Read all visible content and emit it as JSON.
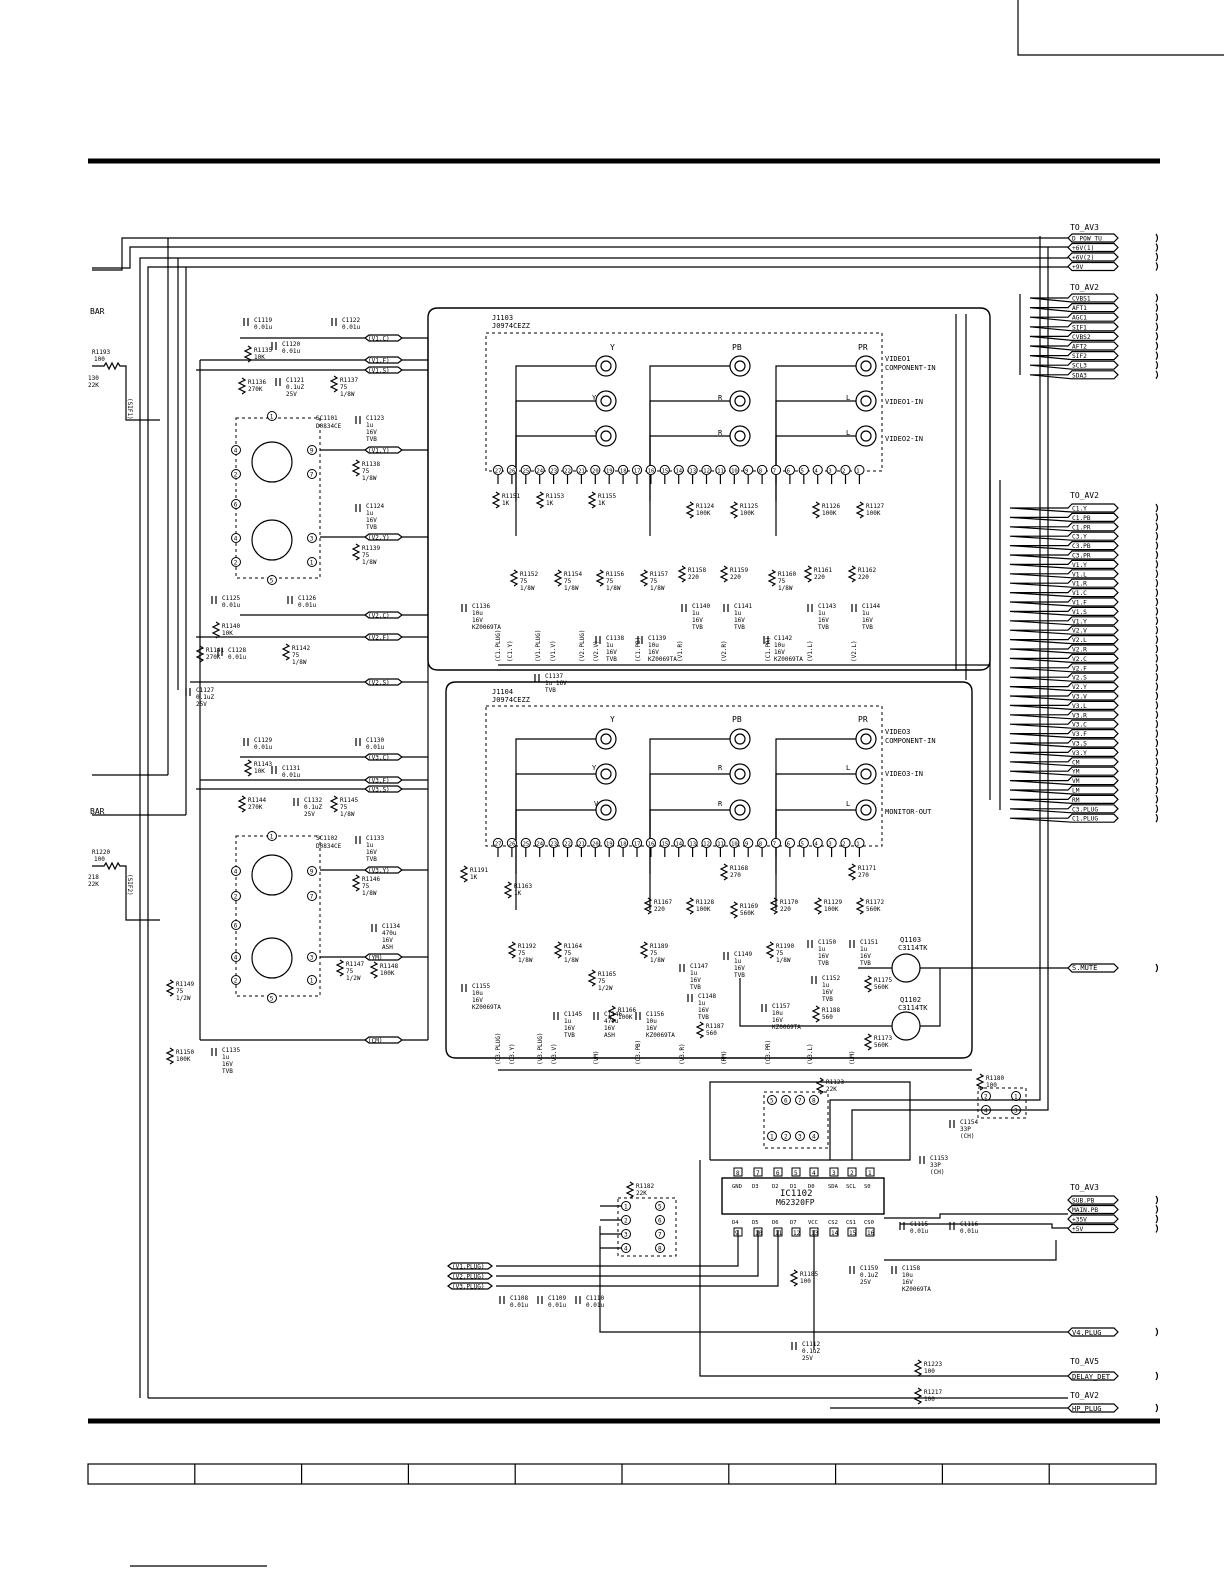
{
  "title": "",
  "headers": {
    "to_av3_top": "TO_AV3",
    "to_av2_mid": "TO_AV2",
    "to_av2_list": "TO_AV2",
    "to_av3_bottom": "TO_AV3",
    "to_av5": "TO_AV5",
    "to_av2_bottom": "TO_AV2"
  },
  "connectors": {
    "av3_top": [
      "D_POW_TU",
      "+6V(1)",
      "+6V(2)",
      "+9V"
    ],
    "av2_mid": [
      "CVBS1",
      "AFT1",
      "AGC1",
      "SIF1",
      "CVBS2",
      "AFT2",
      "SIF2",
      "SCL3",
      "SDA3"
    ],
    "av2_list": [
      "C1.Y",
      "C1.PB",
      "C1.PR",
      "C3.Y",
      "C3.PB",
      "C3.PR",
      "V1.Y",
      "V1.L",
      "V1.R",
      "V1.C",
      "V1.F",
      "V1.S",
      "V1.Y",
      "V2.V",
      "V2.L",
      "V2.R",
      "V2.C",
      "V2.F",
      "V2.S",
      "V2.Y",
      "V3.V",
      "V3.L",
      "V3.R",
      "V3.C",
      "V3.F",
      "V3.S",
      "V3.Y",
      "CM",
      "YM",
      "VM",
      "LM",
      "RM",
      "C3.PLUG",
      "C1.PLUG"
    ],
    "av3_bottom": [
      "SUB.PB",
      "MAIN.PB",
      "+35V",
      "+5V"
    ],
    "s_mute": "S.MUTE",
    "v4_plug": "V4.PLUG",
    "delay_det": "DELAY_DET",
    "hp_plug": "HP_PLUG"
  },
  "left_edge": {
    "bar1": "BAR",
    "bar2": "BAR",
    "r1193": "R1193",
    "r1193_val": "100",
    "r1130": "130",
    "r1130_val": "22K",
    "sif1": "(SIF1)",
    "r1220": "R1220",
    "r1220_val": "100",
    "r218": "218",
    "r218_val": "22K",
    "sif2": "(SIF2)"
  },
  "jacks": {
    "j1103": "J1103",
    "j1103_part": "J0974CEZZ",
    "j1104": "J1104",
    "j1104_part": "J0974CEZZ",
    "y": "Y",
    "pb": "PB",
    "pr": "PR",
    "r": "R",
    "l": "L",
    "v": "V",
    "video1_comp": "VIDEO1",
    "video1_comp2": "COMPONENT-IN",
    "video1_in": "VIDEO1-IN",
    "video2_in": "VIDEO2-IN",
    "video3_comp": "VIDEO3",
    "video3_comp2": "COMPONENT-IN",
    "video3_in": "VIDEO3-IN",
    "monitor_out": "MONITOR-OUT"
  },
  "sockets": {
    "sc1101": "SC1101",
    "sc1101_part": "D0834CE",
    "sc1102": "SC1102",
    "sc1102_part": "D0834CE"
  },
  "left_nets": [
    "(V1.C)",
    "(V1.F)",
    "(V1.S)",
    "(V1.Y)",
    "(V2.Y)",
    "(V2.C)",
    "(V2.F)",
    "(V2.S)",
    "(V3.C)",
    "(V3.F)",
    "(V3.S)",
    "(V3.Y)",
    "(YM)",
    "(CM)"
  ],
  "components_top": [
    {
      "ref": "C1119",
      "vals": [
        "0.01u"
      ]
    },
    {
      "ref": "C1122",
      "vals": [
        "0.01u"
      ]
    },
    {
      "ref": "R1135",
      "vals": [
        "10K"
      ]
    },
    {
      "ref": "C1120",
      "vals": [
        "0.01u"
      ]
    },
    {
      "ref": "R1136",
      "vals": [
        "270K"
      ]
    },
    {
      "ref": "C1121",
      "vals": [
        "0.1uZ",
        "25V"
      ]
    },
    {
      "ref": "R1137",
      "vals": [
        "75",
        "1/8W"
      ]
    },
    {
      "ref": "C1123",
      "vals": [
        "1u",
        "16V",
        "TVB"
      ]
    },
    {
      "ref": "R1138",
      "vals": [
        "75",
        "1/8W"
      ]
    },
    {
      "ref": "C1124",
      "vals": [
        "1u",
        "16V",
        "TVB"
      ]
    },
    {
      "ref": "R1139",
      "vals": [
        "75",
        "1/8W"
      ]
    },
    {
      "ref": "C1125",
      "vals": [
        "0.01u"
      ]
    },
    {
      "ref": "C1126",
      "vals": [
        "0.01u"
      ]
    },
    {
      "ref": "R1140",
      "vals": [
        "10K"
      ]
    },
    {
      "ref": "R1141",
      "vals": [
        "270K"
      ]
    },
    {
      "ref": "C1128",
      "vals": [
        "0.01u"
      ]
    },
    {
      "ref": "R1142",
      "vals": [
        "75",
        "1/8W"
      ]
    },
    {
      "ref": "C1127",
      "vals": [
        "0.1uZ",
        "25V"
      ]
    }
  ],
  "components_bottom_left": [
    {
      "ref": "C1129",
      "vals": [
        "0.01u"
      ]
    },
    {
      "ref": "C1130",
      "vals": [
        "0.01u"
      ]
    },
    {
      "ref": "R1143",
      "vals": [
        "10K"
      ]
    },
    {
      "ref": "C1131",
      "vals": [
        "0.01u"
      ]
    },
    {
      "ref": "R1144",
      "vals": [
        "270K"
      ]
    },
    {
      "ref": "C1132",
      "vals": [
        "0.1uZ",
        "25V"
      ]
    },
    {
      "ref": "R1145",
      "vals": [
        "75",
        "1/8W"
      ]
    },
    {
      "ref": "C1133",
      "vals": [
        "1u",
        "16V",
        "TVB"
      ]
    },
    {
      "ref": "R1146",
      "vals": [
        "75",
        "1/8W"
      ]
    },
    {
      "ref": "C1134",
      "vals": [
        "470u",
        "16V",
        "ASH"
      ]
    },
    {
      "ref": "R1147",
      "vals": [
        "75",
        "1/2W"
      ]
    },
    {
      "ref": "R1148",
      "vals": [
        "100K"
      ]
    },
    {
      "ref": "R1149",
      "vals": [
        "75",
        "1/2W"
      ]
    },
    {
      "ref": "C1135",
      "vals": [
        "1u",
        "16V",
        "TVB"
      ]
    },
    {
      "ref": "R1150",
      "vals": [
        "100K"
      ]
    }
  ],
  "components_j1103": [
    {
      "ref": "R1151",
      "vals": [
        "1K"
      ]
    },
    {
      "ref": "R1153",
      "vals": [
        "1K"
      ]
    },
    {
      "ref": "R1155",
      "vals": [
        "1K"
      ]
    },
    {
      "ref": "R1124",
      "vals": [
        "100K"
      ]
    },
    {
      "ref": "R1125",
      "vals": [
        "100K"
      ]
    },
    {
      "ref": "R1126",
      "vals": [
        "100K"
      ]
    },
    {
      "ref": "R1127",
      "vals": [
        "100K"
      ]
    },
    {
      "ref": "R1158",
      "vals": [
        "220"
      ]
    },
    {
      "ref": "R1159",
      "vals": [
        "220"
      ]
    },
    {
      "ref": "R1161",
      "vals": [
        "220"
      ]
    },
    {
      "ref": "R1162",
      "vals": [
        "220"
      ]
    },
    {
      "ref": "R1152",
      "vals": [
        "75",
        "1/8W"
      ]
    },
    {
      "ref": "R1154",
      "vals": [
        "75",
        "1/8W"
      ]
    },
    {
      "ref": "R1156",
      "vals": [
        "75",
        "1/8W"
      ]
    },
    {
      "ref": "R1157",
      "vals": [
        "75",
        "1/8W"
      ]
    },
    {
      "ref": "R1160",
      "vals": [
        "75",
        "1/8W"
      ]
    },
    {
      "ref": "C1136",
      "vals": [
        "10u",
        "16V",
        "KZ0069TA"
      ]
    },
    {
      "ref": "C1138",
      "vals": [
        "1u",
        "16V",
        "TVB"
      ]
    },
    {
      "ref": "C1139",
      "vals": [
        "10u",
        "16V",
        "KZ0069TA"
      ]
    },
    {
      "ref": "C1140",
      "vals": [
        "1u",
        "16V",
        "TVB"
      ]
    },
    {
      "ref": "C1141",
      "vals": [
        "1u",
        "16V",
        "TVB"
      ]
    },
    {
      "ref": "C1142",
      "vals": [
        "10u",
        "16V",
        "KZ0069TA"
      ]
    },
    {
      "ref": "C1143",
      "vals": [
        "1u",
        "16V",
        "TVB"
      ]
    },
    {
      "ref": "C1144",
      "vals": [
        "1u",
        "16V",
        "TVB"
      ]
    },
    {
      "ref": "C1137",
      "vals": [
        "1u 16V",
        "TVB"
      ]
    }
  ],
  "j1103_nets": [
    "(C1.Y)",
    "(C1.PLUG)",
    "(V1.PLUG)",
    "(V1.V)",
    "(V2.PLUG)",
    "(V2.V)",
    "(C1.PB)",
    "(V1.R)",
    "(V2.R)",
    "(C1.PR)",
    "(V1.L)",
    "(V2.L)"
  ],
  "components_j1104": [
    {
      "ref": "R1191",
      "vals": [
        "1K"
      ]
    },
    {
      "ref": "R1163",
      "vals": [
        "1K"
      ]
    },
    {
      "ref": "R1168",
      "vals": [
        "270"
      ]
    },
    {
      "ref": "R1171",
      "vals": [
        "270"
      ]
    },
    {
      "ref": "R1167",
      "vals": [
        "220"
      ]
    },
    {
      "ref": "R1128",
      "vals": [
        "100K"
      ]
    },
    {
      "ref": "R1169",
      "vals": [
        "560K"
      ]
    },
    {
      "ref": "R1170",
      "vals": [
        "220"
      ]
    },
    {
      "ref": "R1129",
      "vals": [
        "100K"
      ]
    },
    {
      "ref": "R1172",
      "vals": [
        "560K"
      ]
    },
    {
      "ref": "R1192",
      "vals": [
        "75",
        "1/8W"
      ]
    },
    {
      "ref": "R1164",
      "vals": [
        "75",
        "1/8W"
      ]
    },
    {
      "ref": "R1189",
      "vals": [
        "75",
        "1/8W"
      ]
    },
    {
      "ref": "R1190",
      "vals": [
        "75",
        "1/8W"
      ]
    },
    {
      "ref": "R1165",
      "vals": [
        "75",
        "1/2W"
      ]
    },
    {
      "ref": "R1166",
      "vals": [
        "100K"
      ]
    },
    {
      "ref": "C1155",
      "vals": [
        "10u",
        "16V",
        "KZ0069TA"
      ]
    },
    {
      "ref": "C1145",
      "vals": [
        "1u",
        "16V",
        "TVB"
      ]
    },
    {
      "ref": "C1146",
      "vals": [
        "470u",
        "16V",
        "ASH"
      ]
    },
    {
      "ref": "C1156",
      "vals": [
        "10u",
        "16V",
        "KZ0069TA"
      ]
    },
    {
      "ref": "C1147",
      "vals": [
        "1u",
        "16V",
        "TVB"
      ]
    },
    {
      "ref": "C1148",
      "vals": [
        "1u",
        "16V",
        "TVB"
      ]
    },
    {
      "ref": "C1149",
      "vals": [
        "1u",
        "16V",
        "TVB"
      ]
    },
    {
      "ref": "R1187",
      "vals": [
        "560"
      ]
    },
    {
      "ref": "C1150",
      "vals": [
        "1u",
        "16V",
        "TVB"
      ]
    },
    {
      "ref": "C1151",
      "vals": [
        "1u",
        "16V",
        "TVB"
      ]
    },
    {
      "ref": "C1152",
      "vals": [
        "1u",
        "16V",
        "TVB"
      ]
    },
    {
      "ref": "C1157",
      "vals": [
        "10u",
        "16V",
        "KZ0069TA"
      ]
    },
    {
      "ref": "R1175",
      "vals": [
        "560K"
      ]
    },
    {
      "ref": "R1188",
      "vals": [
        "560"
      ]
    },
    {
      "ref": "R1173",
      "vals": [
        "560K"
      ]
    }
  ],
  "j1104_nets": [
    "(C3.PLUG)",
    "(C3.Y)",
    "(V3.PLUG)",
    "(V3.V)",
    "(VM)",
    "(C3.PB)",
    "(V3.R)",
    "(RM)",
    "(C3.PR)",
    "(V3.L)",
    "(LM)"
  ],
  "transistors": [
    {
      "ref": "Q1103",
      "part": "C3114TK"
    },
    {
      "ref": "Q1102",
      "part": "C3114TK"
    }
  ],
  "ic": {
    "ref": "IC1102",
    "part": "M62320FP",
    "top_pins": [
      "8",
      "7",
      "6",
      "5",
      "4",
      "3",
      "2",
      "1"
    ],
    "top_labels": [
      "GND",
      "D3",
      "D2",
      "D1",
      "D0",
      "SDA",
      "SCL",
      "S0"
    ],
    "bot_pins": [
      "9",
      "10",
      "11",
      "12",
      "13",
      "14",
      "15",
      "16"
    ],
    "bot_labels": [
      "D4",
      "D5",
      "D6",
      "D7",
      "VCC",
      "CS2",
      "CS1",
      "CS0"
    ]
  },
  "ic_components": [
    {
      "ref": "R1123",
      "vals": [
        "22K"
      ]
    },
    {
      "ref": "R1180",
      "vals": [
        "100"
      ]
    },
    {
      "ref": "C1154",
      "vals": [
        "33P",
        "(CH)"
      ]
    },
    {
      "ref": "C1153",
      "vals": [
        "33P",
        "(CH)"
      ]
    },
    {
      "ref": "R1182",
      "vals": [
        "22K"
      ]
    },
    {
      "ref": "C1115",
      "vals": [
        "0.01u"
      ]
    },
    {
      "ref": "C1116",
      "vals": [
        "0.01u"
      ]
    },
    {
      "ref": "R1185",
      "vals": [
        "100"
      ]
    },
    {
      "ref": "C1159",
      "vals": [
        "0.1uZ",
        "25V"
      ]
    },
    {
      "ref": "C1158",
      "vals": [
        "10u",
        "16V",
        "KZ0069TA"
      ]
    },
    {
      "ref": "C1108",
      "vals": [
        "0.01u"
      ]
    },
    {
      "ref": "C1109",
      "vals": [
        "0.01u"
      ]
    },
    {
      "ref": "C1110",
      "vals": [
        "0.01u"
      ]
    },
    {
      "ref": "C1112",
      "vals": [
        "0.1uZ",
        "25V"
      ]
    },
    {
      "ref": "R1223",
      "vals": [
        "100"
      ]
    },
    {
      "ref": "R1217",
      "vals": [
        "100"
      ]
    }
  ],
  "plug_nets": [
    "(V1.PLUG)",
    "(V2.PLUG)",
    "(V3.PLUG)"
  ],
  "array_pins_top": [
    "5",
    "6",
    "7",
    "8"
  ],
  "array_pins_bot": [
    "1",
    "2",
    "3",
    "4"
  ],
  "jack_pins": [
    "27",
    "26",
    "25",
    "24",
    "23",
    "22",
    "21",
    "20",
    "19",
    "18",
    "17",
    "16",
    "15",
    "14",
    "13",
    "12",
    "11",
    "10",
    "9",
    "8",
    "7",
    "6",
    "5",
    "4",
    "3",
    "2",
    "1"
  ],
  "din_pins": [
    "1",
    "2",
    "3",
    "4",
    "5",
    "6",
    "7",
    "8",
    "9"
  ],
  "footer_cells": [
    "",
    "",
    "",
    "",
    "",
    "",
    "",
    "",
    "",
    ""
  ]
}
